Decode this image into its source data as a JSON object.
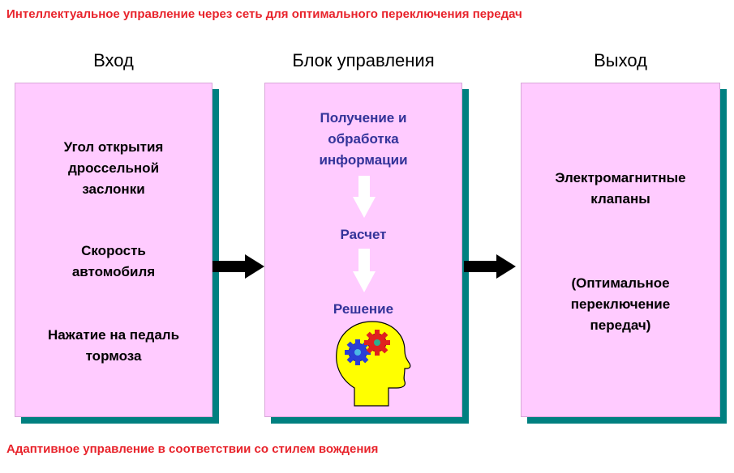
{
  "header": {
    "title": "Интеллектуальное управление через сеть для оптимального переключения передач"
  },
  "footer": {
    "caption": "Адаптивное управление в соответствии со стилем вождения"
  },
  "columns": {
    "input": {
      "title": "Вход",
      "items": [
        [
          "Угол открытия",
          "дроссельной",
          "заслонки"
        ],
        [
          "Скорость",
          "автомобиля"
        ],
        [
          "Нажатие на педаль",
          "тормоза"
        ]
      ]
    },
    "control": {
      "title": "Блок управления",
      "step1": [
        "Получение и",
        "обработка",
        "информации"
      ],
      "step2": "Расчет",
      "step3": "Решение"
    },
    "output": {
      "title": "Выход",
      "item1": [
        "Электромагнитные",
        "клапаны"
      ],
      "item2": [
        "(Оптимальное",
        "переключение",
        "передач)"
      ]
    }
  },
  "colors": {
    "caption": "#e8232b",
    "panel": "#ffcbff",
    "shadow": "#008080",
    "control_text": "#333399"
  }
}
